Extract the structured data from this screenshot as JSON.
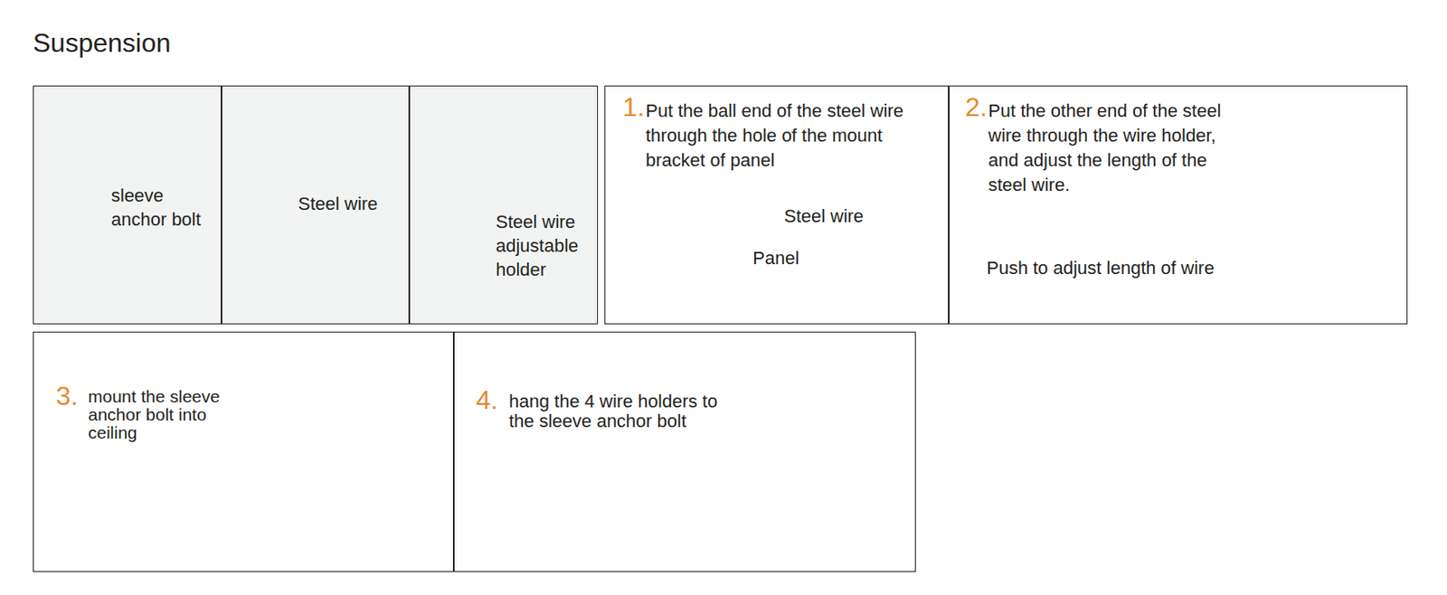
{
  "diagram": {
    "title": "Suspension",
    "nodes": [
      {
        "text": [
          "sleeve anchor bolt"
        ]
      },
      {
        "text": [
          "Steel wire"
        ]
      },
      {
        "text": [
          "Steel wire adjustable holder"
        ]
      },
      {
        "text": [
          "1.",
          "Put the ball end of the steel wire through the hole of the mount bracket of panel",
          "Steel wire",
          "Panel"
        ]
      },
      {
        "text": [
          "2.",
          "Put the other end of the steel wire through the wire holder, and adjust the length of the steel wire.",
          "Push to adjust length of wire"
        ]
      },
      {
        "text": [
          "3.",
          "mount the sleeve anchor bolt into ceiling"
        ]
      },
      {
        "text": [
          "4.",
          "hang the 4 wire holders to the sleeve anchor bolt"
        ]
      }
    ]
  }
}
